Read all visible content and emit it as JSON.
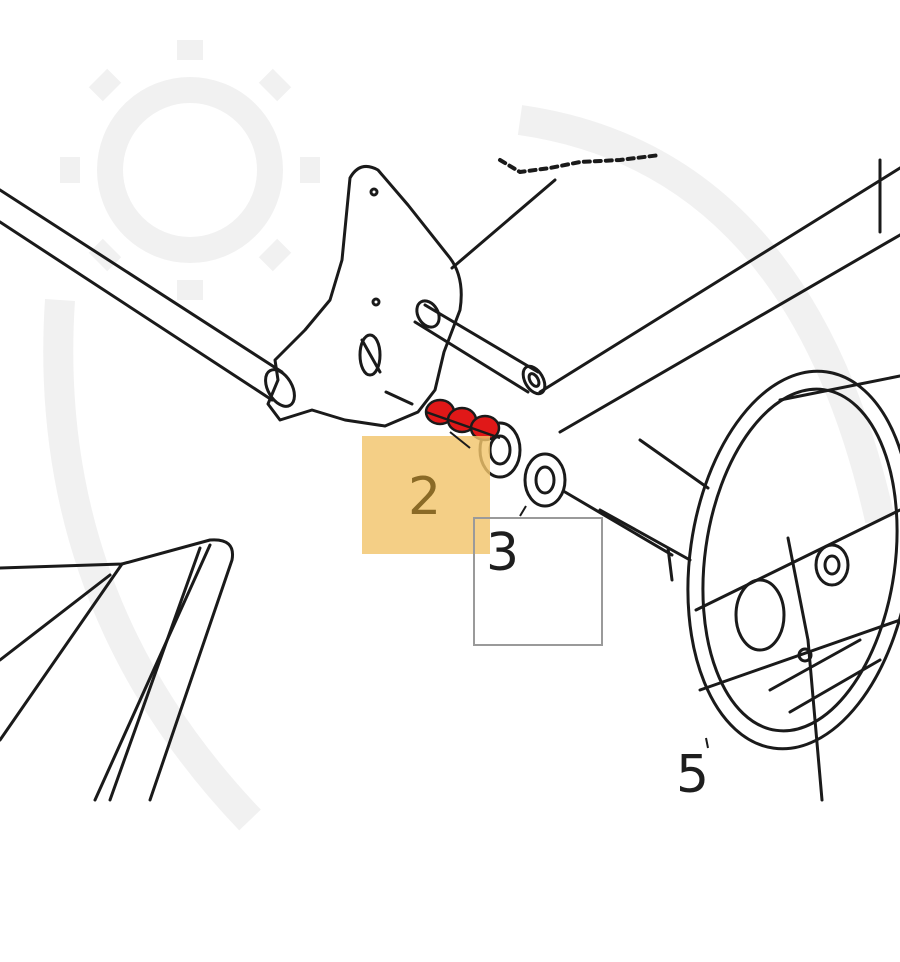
{
  "diagram": {
    "callouts": [
      {
        "id": "2",
        "label": "2",
        "state": "highlighted"
      },
      {
        "id": "3",
        "label": "3",
        "state": "selected-outline"
      },
      {
        "id": "5",
        "label": "5",
        "state": "normal"
      }
    ],
    "colors": {
      "line": "#1a1a1a",
      "highlight_fill": "#f2c46b",
      "highlighted_part": "#e01818",
      "outline_box": "#9a9a9a",
      "watermark": "#f2f2f2"
    },
    "icons": {
      "watermark": "gear-watermark-icon"
    }
  }
}
